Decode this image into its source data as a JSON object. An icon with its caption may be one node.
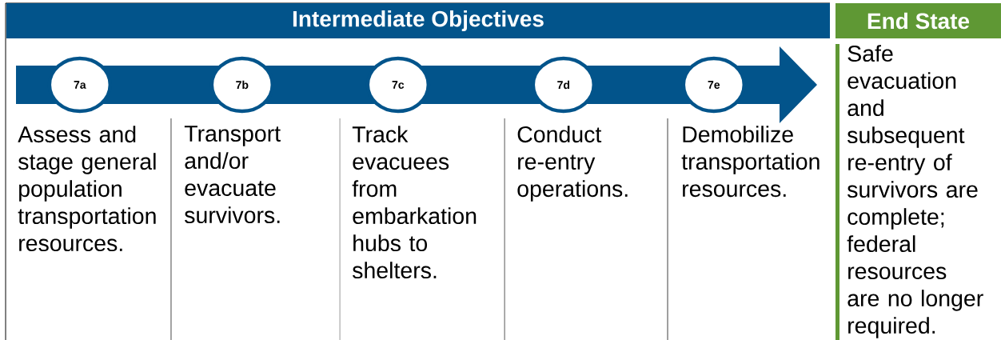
{
  "diagram": {
    "nodes": [
      {
        "text": [
          "Intermediate Objectives"
        ]
      },
      {
        "text": [
          "End State",
          "Safe evacuation and subsequent re-entry of survivors are complete; federal resources are no longer required."
        ]
      },
      {
        "text": [],
        "shape": "arrow"
      },
      {
        "text": [
          "7a"
        ],
        "in": 2
      },
      {
        "text": [
          "7b"
        ],
        "in": 2
      },
      {
        "text": [
          "7c"
        ],
        "in": 2
      },
      {
        "text": [
          "7d"
        ],
        "in": 2
      },
      {
        "text": [
          "7e"
        ],
        "in": 2
      }
    ],
    "labels": [
      "Assess and stage general population transportation resources.",
      "Transport and/or evacuate survivors.",
      "Track evacuees from embarkation hubs to shelters.",
      "Conduct re-entry operations.",
      "Demobilize transportation resources."
    ]
  }
}
